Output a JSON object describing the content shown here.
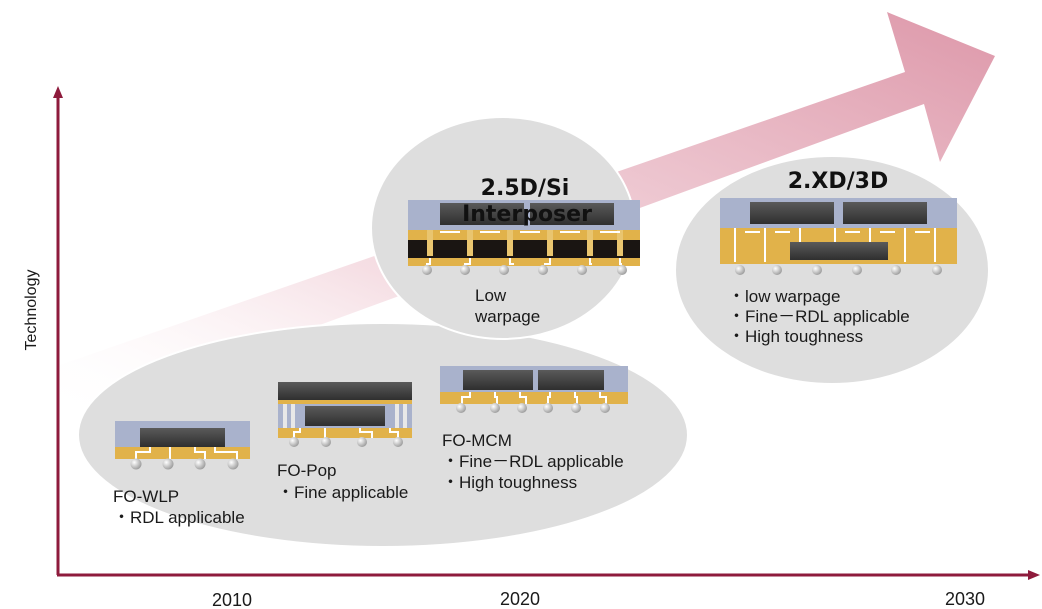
{
  "axes": {
    "y_label": "Technology",
    "x_ticks": [
      "2010",
      "2020",
      "2030"
    ]
  },
  "packages": {
    "fo_wlp": {
      "name": "FO-WLP",
      "features": [
        "・RDL applicable"
      ]
    },
    "fo_pop": {
      "name": "FO-Pop",
      "features": [
        "・Fine applicable"
      ]
    },
    "fo_mcm": {
      "name": "FO-MCM",
      "features": [
        "・Fine－RDL applicable",
        "・High toughness"
      ]
    },
    "si_interposer": {
      "title_line1": "2.5D/Si",
      "title_line2": "Interposer",
      "features": [
        "Low",
        "warpage"
      ]
    },
    "xd_3d": {
      "title": "2.XD/3D",
      "features": [
        "・low warpage",
        "・Fine－RDL applicable",
        "・High toughness"
      ]
    }
  },
  "colors": {
    "axis": "#8e1b3c",
    "arrow": "#e3a3b2",
    "ellipse": "#dedede",
    "mold": "#a9b2cc",
    "die": "#4b4b4b",
    "rdl": "#e1b24a",
    "bump": "#c9c9c9"
  }
}
